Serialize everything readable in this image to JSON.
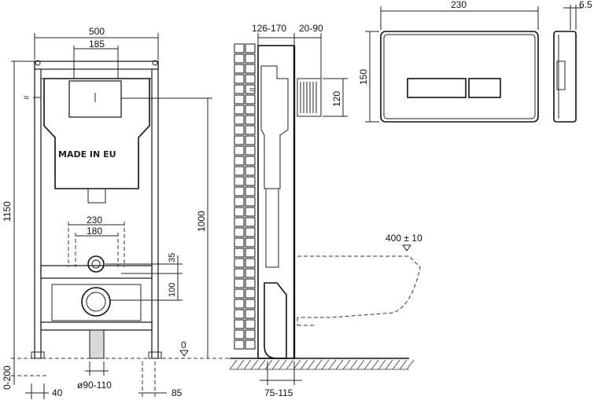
{
  "front_view": {
    "width_total": "500",
    "width_top_frame": "185",
    "height_total": "1150",
    "height_outlet": "1000",
    "width_230": "230",
    "width_180": "180",
    "dim_35": "35",
    "dim_100": "100",
    "zero_label": "0",
    "floor_adjust": "0-200",
    "foot_40": "40",
    "pipe_diameter": "ø90-110",
    "foot_85": "85",
    "tank_text": "MADE IN EU",
    "water_symbol": "≈"
  },
  "side_view": {
    "wall_depth": "126-170",
    "plate_depth": "20-90",
    "height_120": "120",
    "seat_height": "400 ± 10",
    "outlet_depth": "75-115"
  },
  "flush_plate": {
    "width": "230",
    "height": "150",
    "thickness": "6.5"
  }
}
